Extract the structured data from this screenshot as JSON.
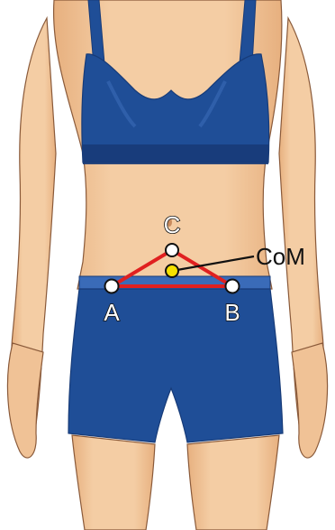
{
  "figure": {
    "subject": "torso-with-shorts",
    "colors": {
      "skin": "#f2c89e",
      "skin_shadow": "#dca67a",
      "skin_outline": "#8a5a3a",
      "garment": "#1f4e97",
      "garment_dark": "#173b78",
      "garment_light": "#3a6bb8",
      "hair": "#b23a2a",
      "triangle": "#e02020",
      "marker_fill": "#ffffff",
      "com_fill": "#f5e000",
      "line": "#111111"
    }
  },
  "points": {
    "a": {
      "label": "A"
    },
    "b": {
      "label": "B"
    },
    "c": {
      "label": "C"
    },
    "com": {
      "label": "CoM"
    }
  }
}
